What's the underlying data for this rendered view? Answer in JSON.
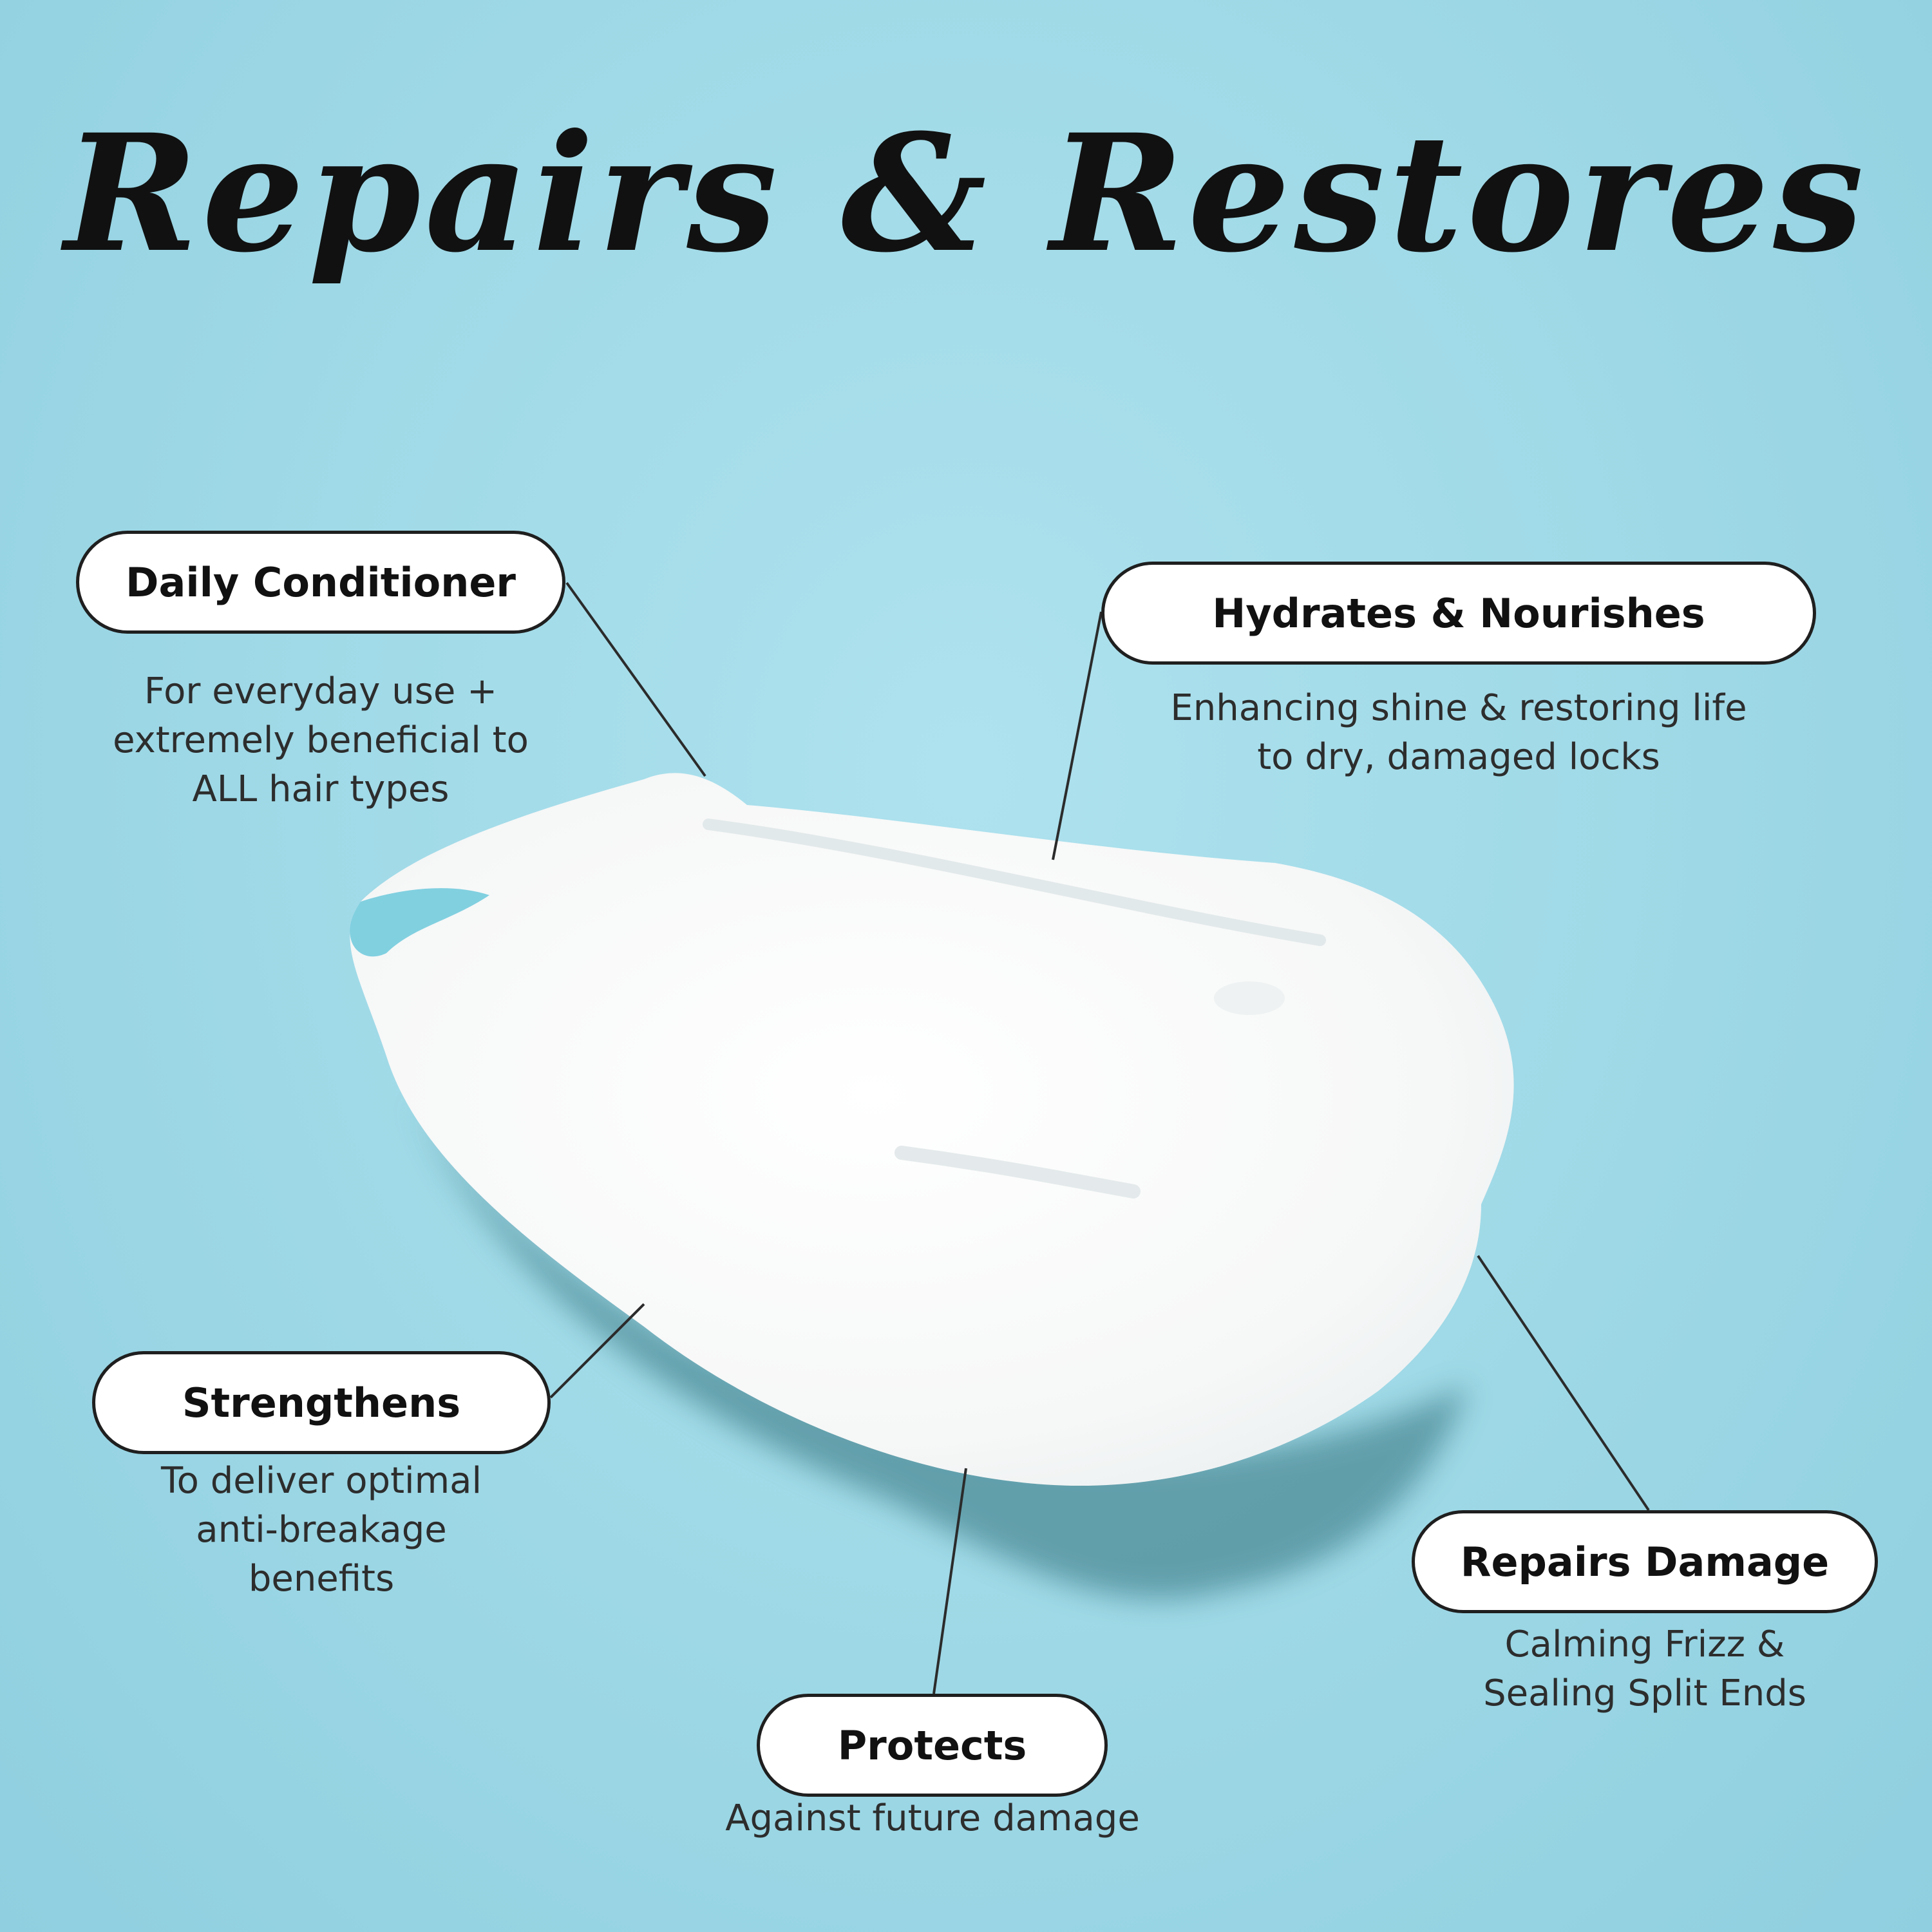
{
  "title": "Repairs & Restores",
  "features": [
    {
      "id": "daily-conditioner",
      "label": "Daily Conditioner",
      "desc": [
        "For everyday use +",
        "extremely beneficial to",
        "ALL hair types"
      ]
    },
    {
      "id": "hydrates-nourishes",
      "label": "Hydrates & Nourishes",
      "desc": [
        "Enhancing shine & restoring life",
        "to dry, damaged locks"
      ]
    },
    {
      "id": "strengthens",
      "label": "Strengthens",
      "desc": [
        "To deliver optimal",
        "anti-breakage",
        "benefits"
      ]
    },
    {
      "id": "repairs-damage",
      "label": "Repairs Damage",
      "desc": [
        "Calming Frizz &",
        "Sealing Split Ends"
      ]
    },
    {
      "id": "protects",
      "label": "Protects",
      "desc": [
        "Against future damage"
      ]
    }
  ],
  "colors": {
    "background": "#9ed8e6",
    "cream": "#fbfbfb",
    "outline": "#1f1f1f",
    "text": "#2d2d2d"
  }
}
